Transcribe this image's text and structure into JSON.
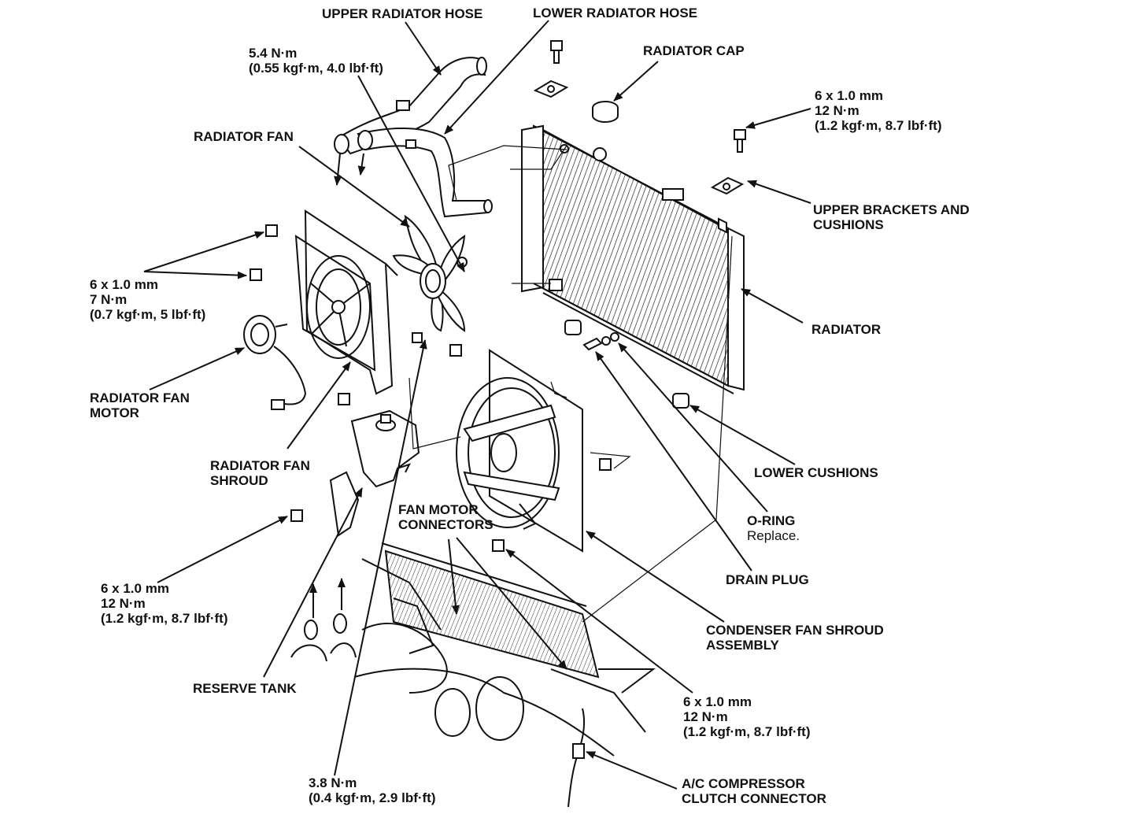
{
  "labels": {
    "upper_radiator_hose": "UPPER RADIATOR HOSE",
    "lower_radiator_hose": "LOWER RADIATOR HOSE",
    "hose_clamp_torque": [
      "5.4 N·m",
      "(0.55 kgf·m, 4.0 lbf·ft)"
    ],
    "radiator_cap": "RADIATOR CAP",
    "upper_bolt_spec": [
      "6 x 1.0 mm",
      "12 N·m",
      "(1.2 kgf·m, 8.7 lbf·ft)"
    ],
    "radiator_fan": "RADIATOR FAN",
    "upper_brackets": [
      "UPPER BRACKETS AND",
      "CUSHIONS"
    ],
    "fan_shroud_bolt_spec": [
      "6 x 1.0 mm",
      "7 N·m",
      "(0.7 kgf·m, 5 lbf·ft)"
    ],
    "radiator": "RADIATOR",
    "radiator_fan_motor": [
      "RADIATOR FAN",
      "MOTOR"
    ],
    "radiator_fan_shroud": [
      "RADIATOR FAN",
      "SHROUD"
    ],
    "lower_cushions": "LOWER CUSHIONS",
    "fan_motor_connectors": [
      "FAN MOTOR",
      "CONNECTORS"
    ],
    "o_ring": [
      "O-RING",
      "Replace."
    ],
    "reserve_tank_bolt_spec": [
      "6 x 1.0 mm",
      "12 N·m",
      "(1.2 kgf·m, 8.7 lbf·ft)"
    ],
    "drain_plug": "DRAIN PLUG",
    "condenser_fan_shroud": [
      "CONDENSER FAN SHROUD",
      "ASSEMBLY"
    ],
    "reserve_tank": "RESERVE TANK",
    "condenser_bolt_spec": [
      "6 x 1.0 mm",
      "12 N·m",
      "(1.2 kgf·m, 8.7 lbf·ft)"
    ],
    "drain_torque": [
      "3.8 N·m",
      "(0.4 kgf·m, 2.9 lbf·ft)"
    ],
    "ac_clutch_connector": [
      "A/C COMPRESSOR",
      "CLUTCH CONNECTOR"
    ]
  },
  "colors": {
    "ink": "#111111",
    "paper": "#ffffff"
  }
}
